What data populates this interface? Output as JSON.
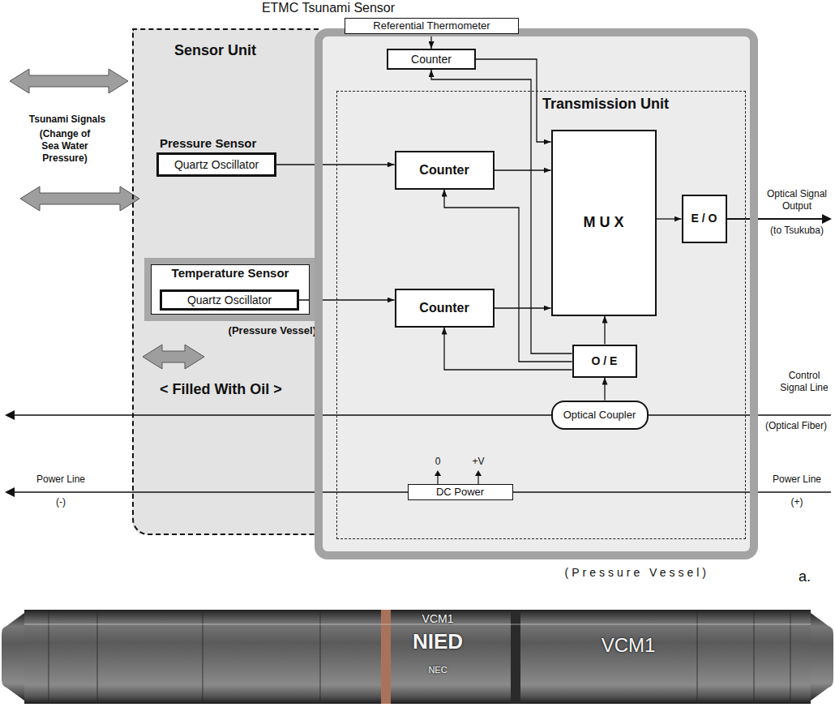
{
  "diagram": {
    "title": "ETMC Tsunami Sensor",
    "nodes": [
      {
        "text": [
          "Sensor Unit",
          "< Filled With Oil >"
        ]
      },
      {
        "text": [
          "(Pressure Vessel)"
        ]
      },
      {
        "text": [
          "Referential Thermometer"
        ],
        "in": 1
      },
      {
        "text": [
          "Counter"
        ],
        "in": 1
      },
      {
        "text": [
          "Transmission Unit"
        ],
        "in": 1
      },
      {
        "text": [
          "Pressure Sensor",
          "Quartz Oscillator"
        ],
        "in": 0
      },
      {
        "text": [
          "Counter"
        ],
        "in": 4
      },
      {
        "text": [
          "M U X"
        ],
        "in": 4
      },
      {
        "text": [
          "E / O"
        ],
        "in": 4
      },
      {
        "text": [
          "Temperature Sensor",
          "(Pressure Vessel)"
        ],
        "in": 0
      },
      {
        "text": [
          "Quartz Oscillator"
        ],
        "in": 9
      },
      {
        "text": [
          "Counter"
        ],
        "in": 4
      },
      {
        "text": [
          "O / E"
        ],
        "in": 4
      },
      {
        "text": [
          "Optical Coupler"
        ],
        "in": 4
      },
      {
        "text": [
          "DC Power"
        ],
        "in": 4
      }
    ],
    "edges": [
      {
        "from": 2,
        "to": 3,
        "arrow": "to"
      },
      {
        "from": 3,
        "to": 7,
        "arrow": "to"
      },
      {
        "from": 5,
        "to": 6,
        "arrow": "to"
      },
      {
        "from": 6,
        "to": 7,
        "arrow": "to"
      },
      {
        "from": 10,
        "to": 11,
        "arrow": "to"
      },
      {
        "from": 11,
        "to": 7,
        "arrow": "to"
      },
      {
        "from": 7,
        "to": 8,
        "arrow": "to"
      },
      {
        "from": 12,
        "to": 7,
        "arrow": "to"
      },
      {
        "from": 13,
        "to": 12,
        "arrow": "to"
      },
      {
        "from": 12,
        "to": 3,
        "arrow": "to"
      },
      {
        "from": 12,
        "to": 6,
        "arrow": "to"
      },
      {
        "from": 12,
        "to": 11,
        "arrow": "to"
      }
    ],
    "labels": [
      "Tsunami Signals",
      "(Change of Sea Water Pressure)",
      "Optical Signal Output",
      "(to Tsukuba)",
      "Control Signal Line",
      "(Optical Fiber)",
      "Power Line",
      "(-)",
      "Power Line",
      "(+)",
      "0",
      "+V",
      "a.",
      "VCM1",
      "NIED",
      "NEC",
      "VCM1"
    ]
  }
}
